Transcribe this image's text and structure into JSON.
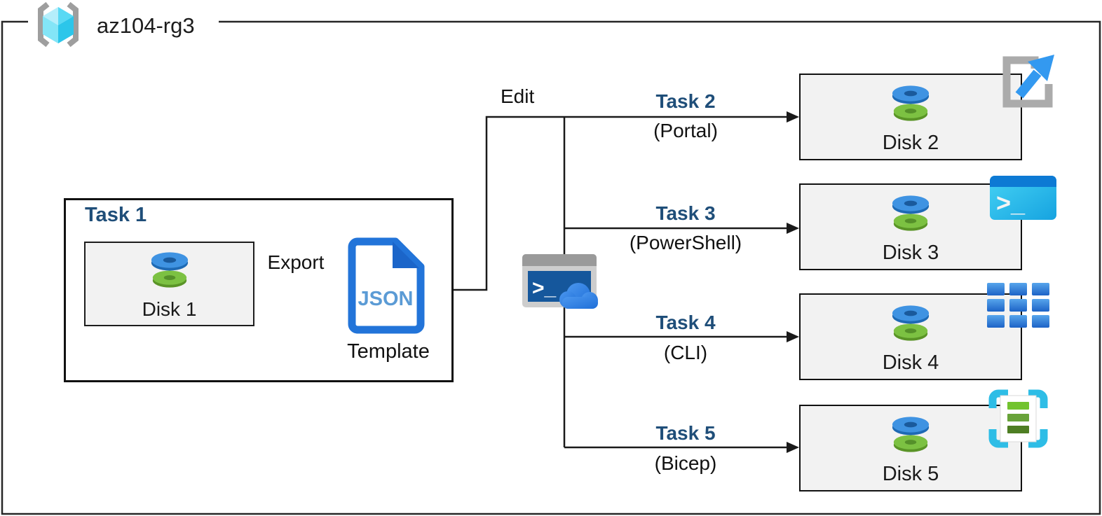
{
  "header": {
    "resource_group_name": "az104-rg3"
  },
  "task1": {
    "title": "Task 1",
    "disk_label": "Disk 1",
    "export_label": "Export",
    "json_label": "JSON",
    "template_label": "Template"
  },
  "edit_label": "Edit",
  "shell_prompt": ">_",
  "targets": [
    {
      "task_label": "Task 2",
      "method_label": "(Portal)",
      "disk_label": "Disk 2",
      "icon": "azure-portal-icon"
    },
    {
      "task_label": "Task 3",
      "method_label": "(PowerShell)",
      "disk_label": "Disk 3",
      "icon": "powershell-icon"
    },
    {
      "task_label": "Task 4",
      "method_label": "(CLI)",
      "disk_label": "Disk 4",
      "icon": "azure-cli-icon"
    },
    {
      "task_label": "Task 5",
      "method_label": "(Bicep)",
      "disk_label": "Disk 5",
      "icon": "bicep-template-icon"
    }
  ],
  "colors": {
    "task_heading_navy": "#1F4E79",
    "connector_black": "#1a1a1a",
    "box_fill_gray": "#f2f2f2",
    "disk_blue": "#3f93e2",
    "disk_green": "#7cc142",
    "json_doc_blue": "#2274d9",
    "json_text_blue": "#5b9bd5",
    "portal_arrow_blue": "#3399f0",
    "powershell_titlebar_blue": "#0d7ad4",
    "powershell_body_cyan": "#2fc4ef",
    "cli_blue": "#2f7fd6",
    "bicep_cyan": "#2ebde6",
    "rg_cube_cyan": "#59d9f4",
    "bracket_gray": "#a6a6a6"
  }
}
